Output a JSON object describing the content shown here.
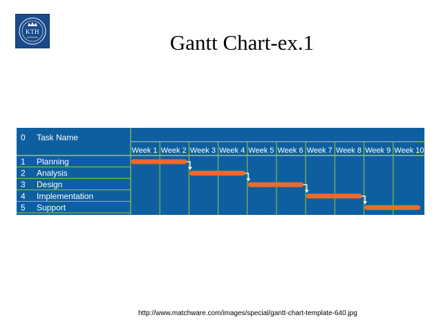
{
  "logo": {
    "text": "KTH"
  },
  "title": "Gantt Chart-ex.1",
  "source": "http://www.matchware.com/images/special/gantt-chart-template-640.jpg",
  "colors": {
    "background": "#0d5fa0",
    "grid": "#9acd32",
    "bar": "#ef6a2a",
    "arrow": "#ffffff",
    "text": "#ffffff"
  },
  "chart_data": {
    "type": "gantt",
    "header": {
      "id": "0",
      "label": "Task Name"
    },
    "columns": [
      "Week 1",
      "Week 2",
      "Week 3",
      "Week 4",
      "Week 5",
      "Week 6",
      "Week 7",
      "Week 8",
      "Week 9",
      "Week 10"
    ],
    "tasks": [
      {
        "id": "1",
        "name": "Planning",
        "start": 0.1,
        "end": 1.85
      },
      {
        "id": "2",
        "name": "Analysis",
        "start": 2.1,
        "end": 3.85
      },
      {
        "id": "3",
        "name": "Design",
        "start": 4.1,
        "end": 5.85
      },
      {
        "id": "4",
        "name": "Implementation",
        "start": 6.1,
        "end": 7.85
      },
      {
        "id": "5",
        "name": "Support",
        "start": 8.1,
        "end": 9.85
      }
    ],
    "dependencies": [
      [
        0,
        1
      ],
      [
        1,
        2
      ],
      [
        2,
        3
      ],
      [
        3,
        4
      ]
    ]
  }
}
